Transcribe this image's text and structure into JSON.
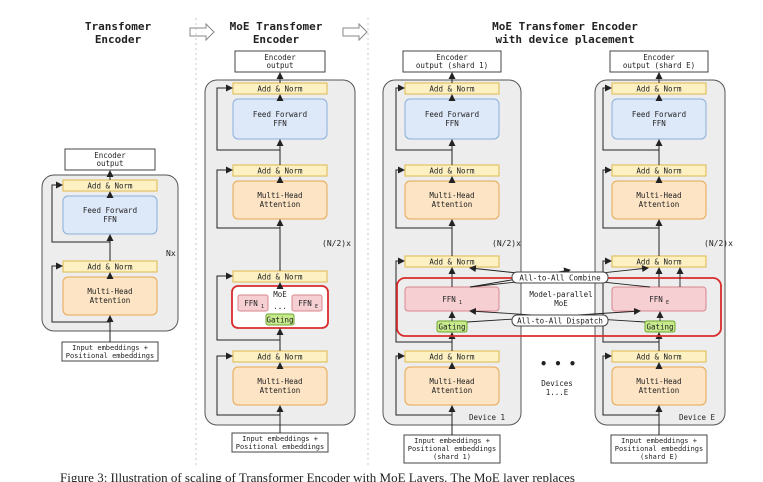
{
  "titles": {
    "col1_line1": "Transfomer",
    "col1_line2": "Encoder",
    "col2_line1": "MoE Transfomer",
    "col2_line2": "Encoder",
    "col3_line1": "MoE Transfomer Encoder",
    "col3_line2": "with device placement"
  },
  "labels": {
    "encoder_output_l1": "Encoder",
    "encoder_output_l2": "output",
    "encoder_output_shard1_l2": "output (shard 1)",
    "encoder_output_shardE_l2": "output (shard E)",
    "add_norm": "Add & Norm",
    "feed_forward_l1": "Feed Forward",
    "feed_forward_l2": "FFN",
    "mha_l1": "Multi-Head",
    "mha_l2": "Attention",
    "nx": "Nx",
    "n2x": "(N/2)x",
    "input_l1": "Input embeddings +",
    "input_l2": "Positional embeddings",
    "shard1": "(shard 1)",
    "shardE": "(shard E)",
    "moe": "MoE",
    "ffn1": "FFN",
    "ffn1_sub": "1",
    "ffnE": "FFN",
    "ffnE_sub": "E",
    "dots": "...",
    "gating": "Gating",
    "model_parallel_l1": "Model-parallel",
    "model_parallel_l2": "MoE",
    "all_to_all_combine": "All-to-All Combine",
    "all_to_all_dispatch": "All-to-All Dispatch",
    "device1": "Device 1",
    "deviceE": "Device E",
    "devices_l1": "Devices",
    "devices_l2": "1...E",
    "ellipsis_dots": "•  •  •",
    "caption": "Figure 3: Illustration of scaling of Transformer Encoder with MoE Layers. The MoE layer replaces"
  },
  "colors": {
    "panel_fill": "#ededed",
    "add_norm_fill": "#fdf1c4",
    "add_norm_stroke": "#e0b94a",
    "ffn_fill": "#dde8f8",
    "ffn_stroke": "#8aaedb",
    "mha_fill": "#fde4c4",
    "mha_stroke": "#e8a850",
    "expert_fill": "#f6cfd3",
    "expert_stroke": "#d9868f",
    "gating_fill": "#c6ea8c",
    "gating_stroke": "#6fa52f",
    "moe_border": "#d92b2b"
  }
}
